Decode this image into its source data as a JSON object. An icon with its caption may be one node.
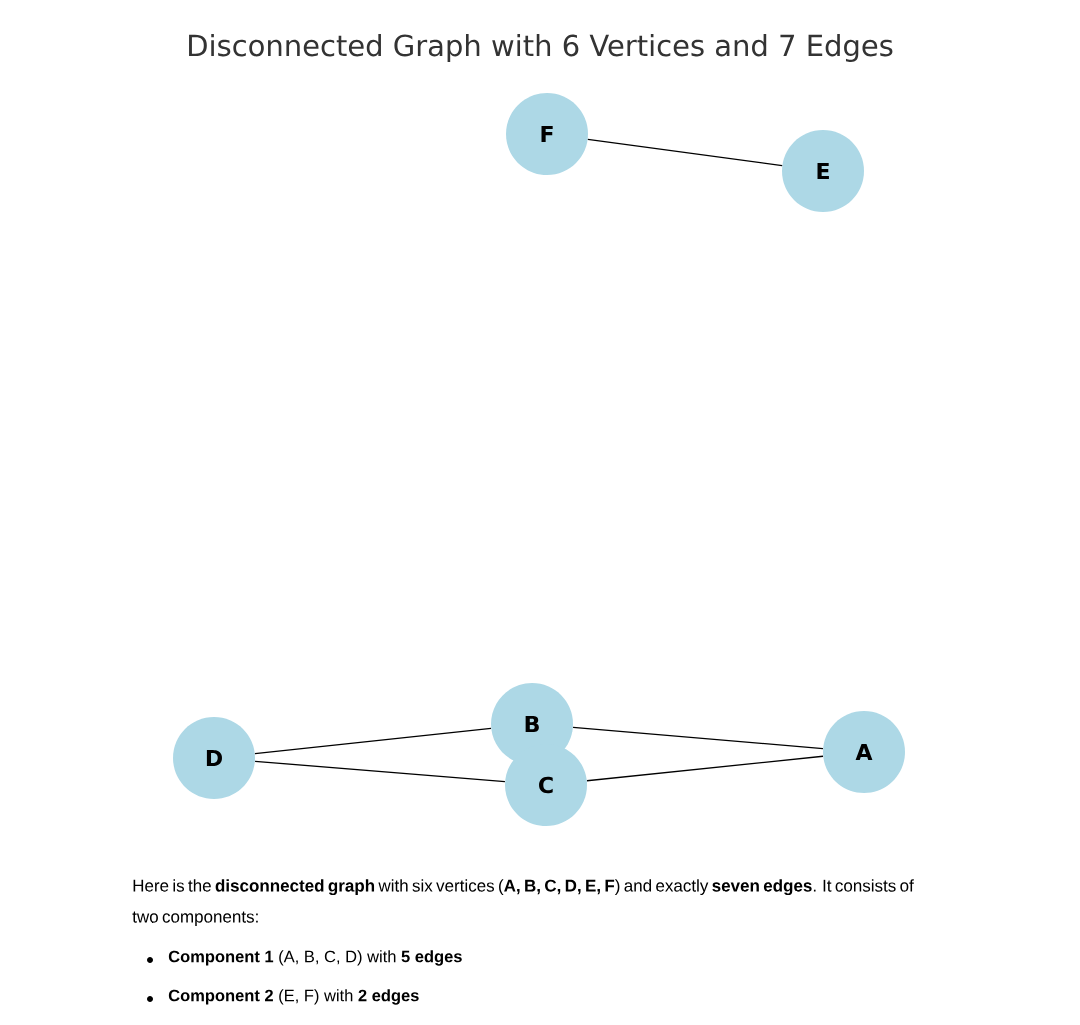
{
  "diagram": {
    "title": "Disconnected Graph with 6 Vertices and 7 Edges",
    "nodes": [
      {
        "text": [
          "F"
        ]
      },
      {
        "text": [
          "E"
        ]
      },
      {
        "text": [
          "D"
        ]
      },
      {
        "text": [
          "B"
        ]
      },
      {
        "text": [
          "A"
        ]
      },
      {
        "text": [
          "C"
        ]
      }
    ],
    "edges": [
      {
        "from": 0,
        "to": 1,
        "arrow": "none"
      },
      {
        "from": 2,
        "to": 3,
        "arrow": "none"
      },
      {
        "from": 2,
        "to": 5,
        "arrow": "none"
      },
      {
        "from": 3,
        "to": 4,
        "arrow": "none"
      },
      {
        "from": 5,
        "to": 4,
        "arrow": "none"
      }
    ],
    "labels": [
      "Here is the **disconnected graph** with six vertices (**A, B, C, D, E, F**) and exactly **seven edges**. It consists of two components:",
      "**Component 1** (A, B, C, D) with **5 edges**",
      "**Component 2** (E, F) with **2 edges**"
    ]
  }
}
